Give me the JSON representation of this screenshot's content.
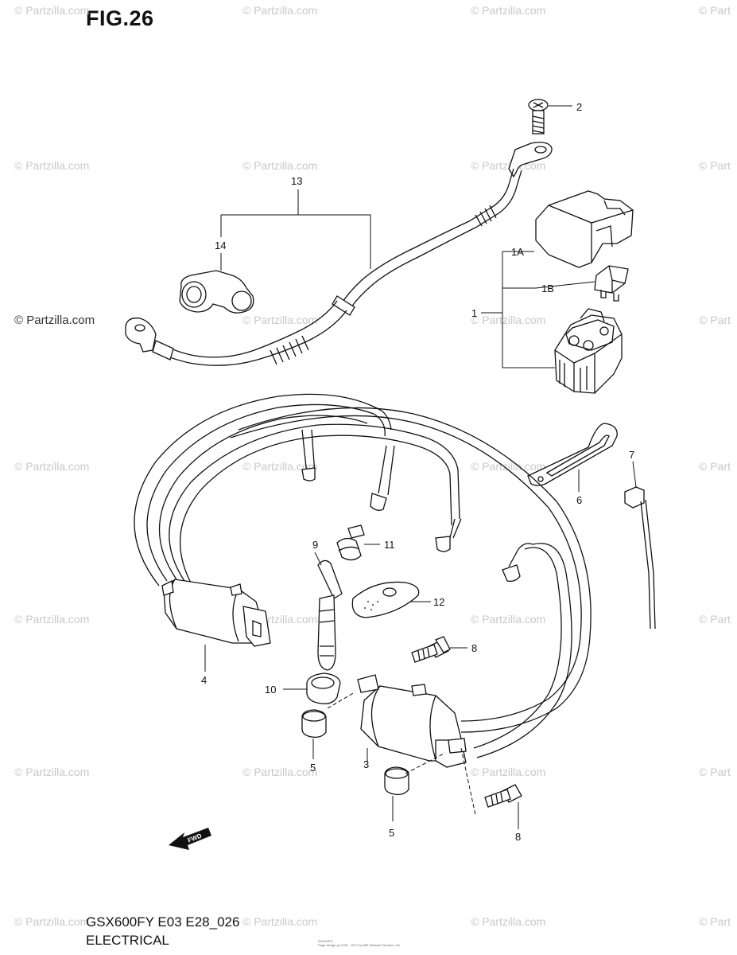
{
  "figure": {
    "title": "FIG.26"
  },
  "footer": {
    "model_code": "GSX600FY E03 E28_026",
    "section": "ELECTRICAL",
    "fine_print_line1": "020210FE",
    "fine_print_line2": "Page design (c) 2001 - 2017 by ARI Network Services, Inc."
  },
  "watermark": {
    "text": "© Partzilla.com",
    "edge_text": "© Part"
  },
  "fwd_label": "FWD",
  "callouts": {
    "c1": "1",
    "c1a": "1A",
    "c1b": "1B",
    "c2": "2",
    "c3": "3",
    "c4": "4",
    "c5a": "5",
    "c5b": "5",
    "c6": "6",
    "c7": "7",
    "c8a": "8",
    "c8b": "8",
    "c9": "9",
    "c10": "10",
    "c11": "11",
    "c12": "12",
    "c13": "13",
    "c14": "14"
  }
}
